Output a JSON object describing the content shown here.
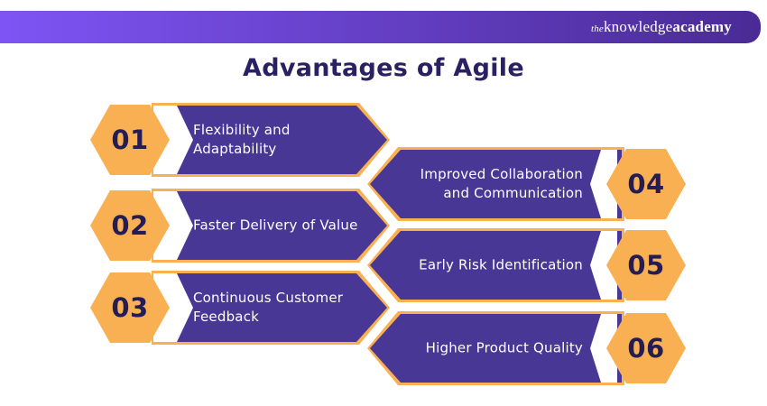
{
  "header": {
    "logo": {
      "the": "the",
      "knowledge": "knowledge",
      "academy": "academy"
    }
  },
  "title": "Advantages of Agile",
  "colors": {
    "grad-from": "#7E54F4",
    "grad-to": "#4A2B95",
    "orange": "#F9B052",
    "purple": "#483795",
    "navy": "#241C54",
    "title-color": "#2A2163",
    "banner-text": "#FFFFFF"
  },
  "items": [
    {
      "number": "01",
      "label": "Flexibility and\nAdaptability",
      "side": "left"
    },
    {
      "number": "02",
      "label": "Faster Delivery of Value",
      "side": "left"
    },
    {
      "number": "03",
      "label": "Continuous Customer\nFeedback",
      "side": "left"
    },
    {
      "number": "04",
      "label": "Improved Collaboration\nand Communication",
      "side": "right"
    },
    {
      "number": "05",
      "label": "Early Risk Identification",
      "side": "right"
    },
    {
      "number": "06",
      "label": "Higher Product Quality",
      "side": "right"
    }
  ]
}
